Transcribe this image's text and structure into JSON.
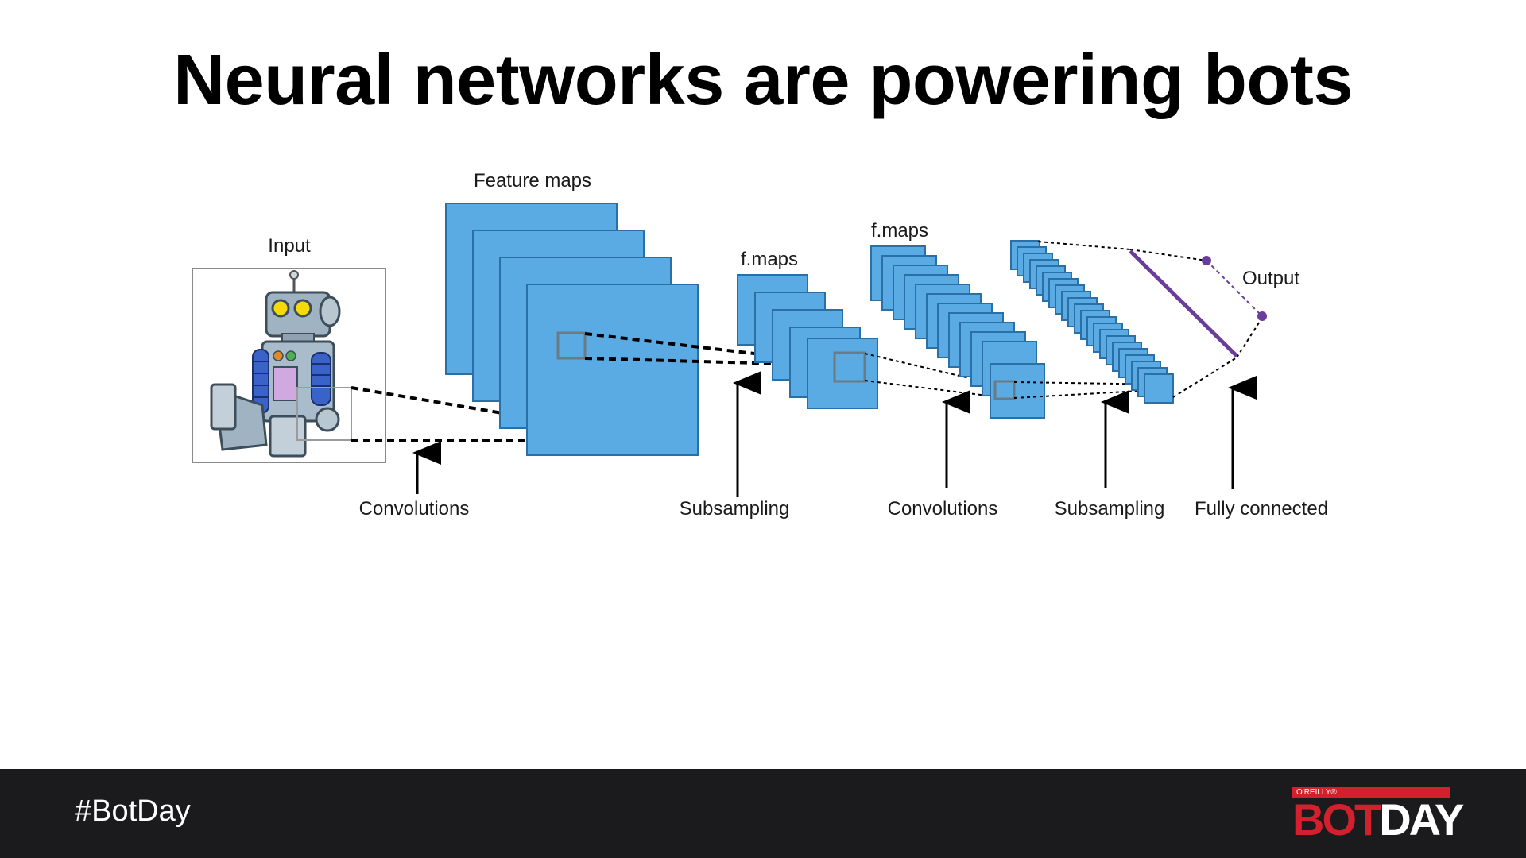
{
  "slide": {
    "title": "Neural networks are powering bots"
  },
  "diagram": {
    "labels": {
      "input": "Input",
      "feature_maps": "Feature maps",
      "fmaps_1": "f.maps",
      "fmaps_2": "f.maps",
      "output": "Output"
    },
    "stages": [
      {
        "label": "Convolutions"
      },
      {
        "label": "Subsampling"
      },
      {
        "label": "Convolutions"
      },
      {
        "label": "Subsampling"
      },
      {
        "label": "Fully connected"
      }
    ],
    "colors": {
      "feature_map_fill": "#5aabe3",
      "feature_map_stroke": "#2a6fa5",
      "output_line": "#6a3d9a"
    },
    "input_icon": "robot-icon"
  },
  "footer": {
    "hashtag": "#BotDay",
    "logo_small": "O'REILLY®",
    "logo_bot": "BOT",
    "logo_day": "DAY"
  }
}
